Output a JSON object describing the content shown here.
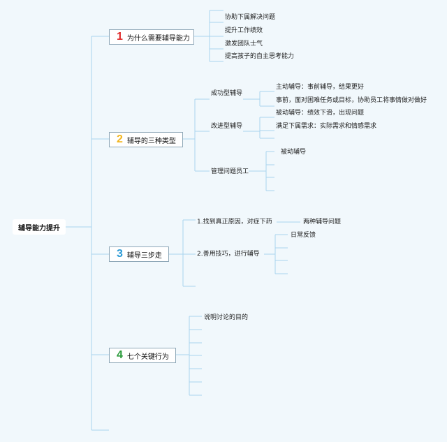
{
  "root": {
    "label": "辅导能力提升"
  },
  "colors": {
    "line": "#a9d4ee",
    "num1": "#e02b2b",
    "num2": "#f2b620",
    "num3": "#2a9ad6",
    "num4": "#2a9a3a"
  },
  "branches": [
    {
      "num": "1",
      "label": "为什么需要辅导能力",
      "children": [
        "协助下属解决问题",
        "提升工作绩效",
        "激发团队士气",
        "提高孩子的自主思考能力"
      ]
    },
    {
      "num": "2",
      "label": "辅导的三种类型",
      "children": [
        {
          "label": "成功型辅导",
          "children": [
            "主动辅导：事前辅导，结果更好",
            "事前，面对困难任务或目标，协助员工将事情做对做好"
          ]
        },
        {
          "label": "改进型辅导",
          "children": [
            "被动辅导：绩效下滑，出现问题",
            "满足下属需求：实际需求和情感需求"
          ]
        },
        {
          "label": "管理问题员工",
          "children": [
            "被动辅导"
          ]
        }
      ]
    },
    {
      "num": "3",
      "label": "辅导三步走",
      "children": [
        {
          "label": "1.找到真正原因，对症下药",
          "children": [
            "两种辅导问题"
          ]
        },
        {
          "label": "2.善用技巧，进行辅导",
          "children": [
            "日常反馈"
          ]
        }
      ]
    },
    {
      "num": "4",
      "label": "七个关键行为",
      "children": [
        "说明讨论的目的"
      ]
    }
  ]
}
